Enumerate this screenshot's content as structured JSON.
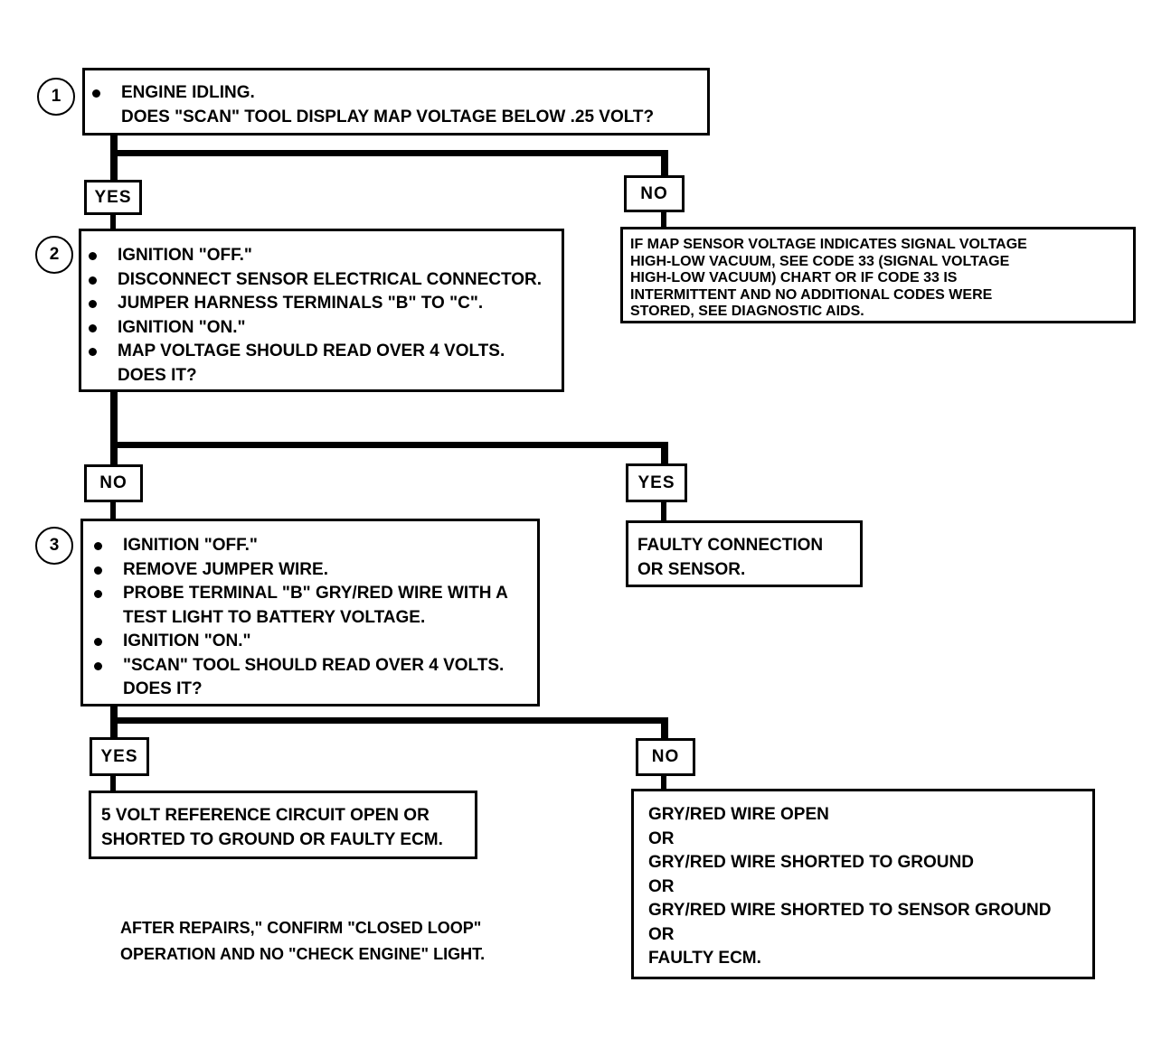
{
  "step1": {
    "number": "1",
    "bullet": "ENGINE IDLING.",
    "question": "DOES \"SCAN\" TOOL DISPLAY MAP VOLTAGE BELOW .25 VOLT?"
  },
  "step1_branches": {
    "yes_label": "YES",
    "no_label": "NO",
    "no_result_lines": [
      "IF MAP SENSOR VOLTAGE INDICATES SIGNAL VOLTAGE",
      "HIGH-LOW VACUUM, SEE CODE 33 (SIGNAL VOLTAGE",
      "HIGH-LOW VACUUM) CHART OR IF CODE 33 IS",
      "INTERMITTENT AND NO ADDITIONAL CODES WERE",
      "STORED, SEE DIAGNOSTIC AIDS."
    ]
  },
  "step2": {
    "number": "2",
    "bullets": [
      "IGNITION \"OFF.\"",
      "DISCONNECT SENSOR ELECTRICAL CONNECTOR.",
      "JUMPER HARNESS TERMINALS \"B\" TO \"C\".",
      "IGNITION \"ON.\"",
      "MAP VOLTAGE SHOULD READ OVER 4 VOLTS."
    ],
    "question": "DOES IT?"
  },
  "step2_branches": {
    "no_label": "NO",
    "yes_label": "YES",
    "yes_result_lines": [
      "FAULTY CONNECTION",
      "OR SENSOR."
    ]
  },
  "step3": {
    "number": "3",
    "bullets": [
      "IGNITION \"OFF.\"",
      "REMOVE JUMPER WIRE.",
      "PROBE TERMINAL \"B\" GRY/RED WIRE WITH A",
      "IGNITION \"ON.\"",
      "\"SCAN\" TOOL SHOULD READ OVER 4 VOLTS."
    ],
    "bullet3_continuation": "TEST LIGHT TO BATTERY VOLTAGE.",
    "question": "DOES IT?"
  },
  "step3_branches": {
    "yes_label": "YES",
    "no_label": "NO",
    "yes_result_lines": [
      "5 VOLT REFERENCE CIRCUIT OPEN OR",
      "SHORTED TO GROUND OR FAULTY ECM."
    ],
    "no_result_lines": [
      "GRY/RED WIRE OPEN",
      "OR",
      "GRY/RED WIRE SHORTED TO GROUND",
      "OR",
      "GRY/RED WIRE SHORTED TO SENSOR GROUND",
      "OR",
      "FAULTY ECM."
    ]
  },
  "footer_note": {
    "line1": "AFTER REPAIRS,\" CONFIRM \"CLOSED LOOP\"",
    "line2": "OPERATION AND NO \"CHECK ENGINE\" LIGHT."
  }
}
